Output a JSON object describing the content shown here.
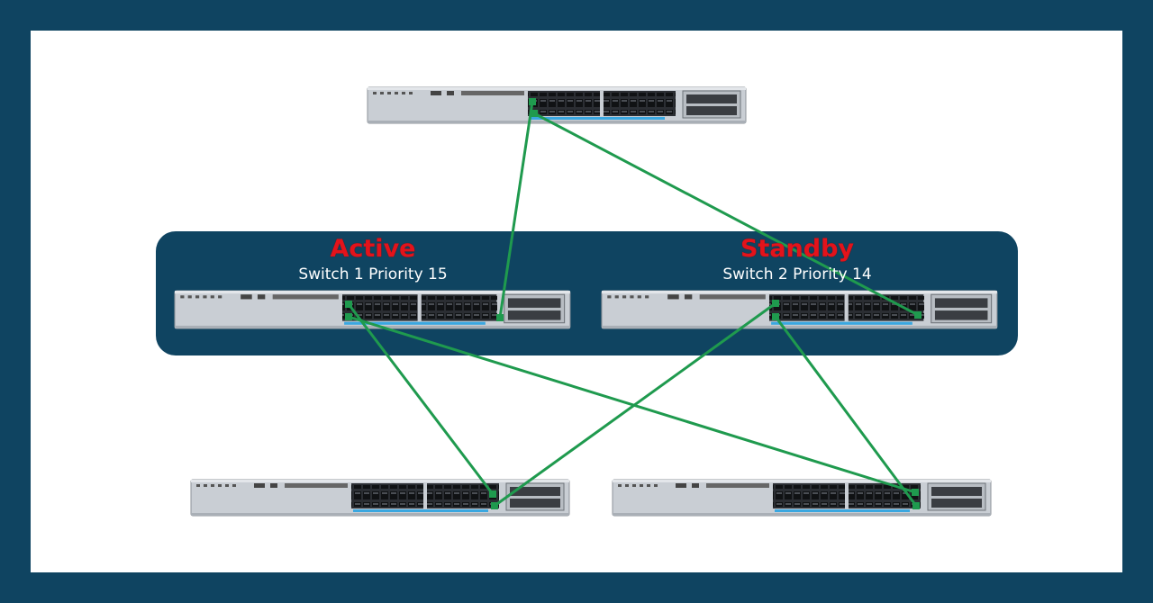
{
  "stack": {
    "active": {
      "role": "Active",
      "caption": "Switch 1 Priority 15"
    },
    "standby": {
      "role": "Standby",
      "caption": "Switch 2 Priority 14"
    }
  },
  "colors": {
    "background": "#0f4461",
    "panel": "#ffffff",
    "link": "#1f9a4e",
    "role_text": "#e3131b",
    "switch_body": "#c9ced4"
  },
  "icons": [
    "network-switch-icon"
  ]
}
